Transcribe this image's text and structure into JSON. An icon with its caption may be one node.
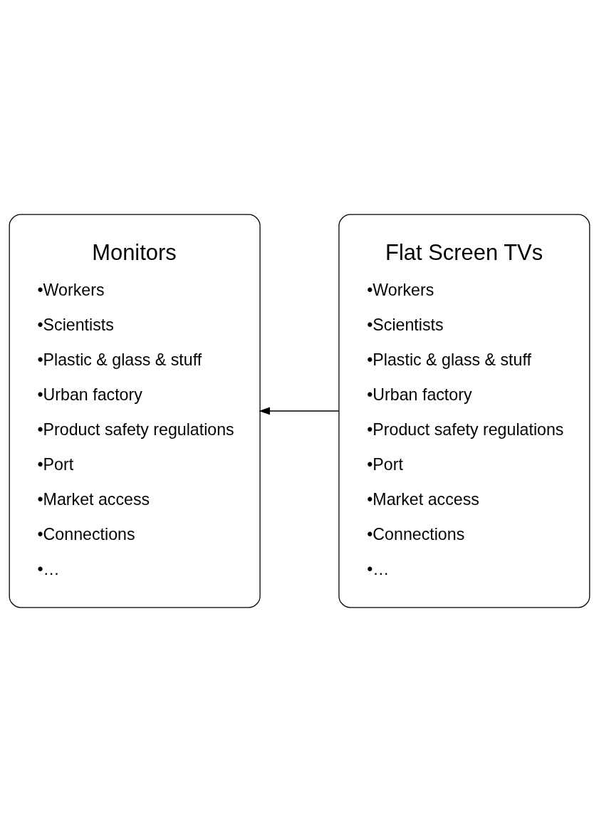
{
  "diagram": {
    "nodes": [
      {
        "text": [
          "Monitors",
          "•Workers",
          "•Scientists",
          "•Plastic & glass & stuff",
          "•Urban factory",
          "•Product safety regulations",
          "•Port",
          "•Market access",
          "•Connections",
          "•…"
        ]
      },
      {
        "text": [
          "Flat Screen TVs",
          "•Workers",
          "•Scientists",
          "•Plastic & glass & stuff",
          "•Urban factory",
          "•Product safety regulations",
          "•Port",
          "•Market access",
          "•Connections",
          "•…"
        ]
      }
    ],
    "edges": [
      {
        "from": 1,
        "to": 0,
        "arrow": "to"
      }
    ]
  }
}
